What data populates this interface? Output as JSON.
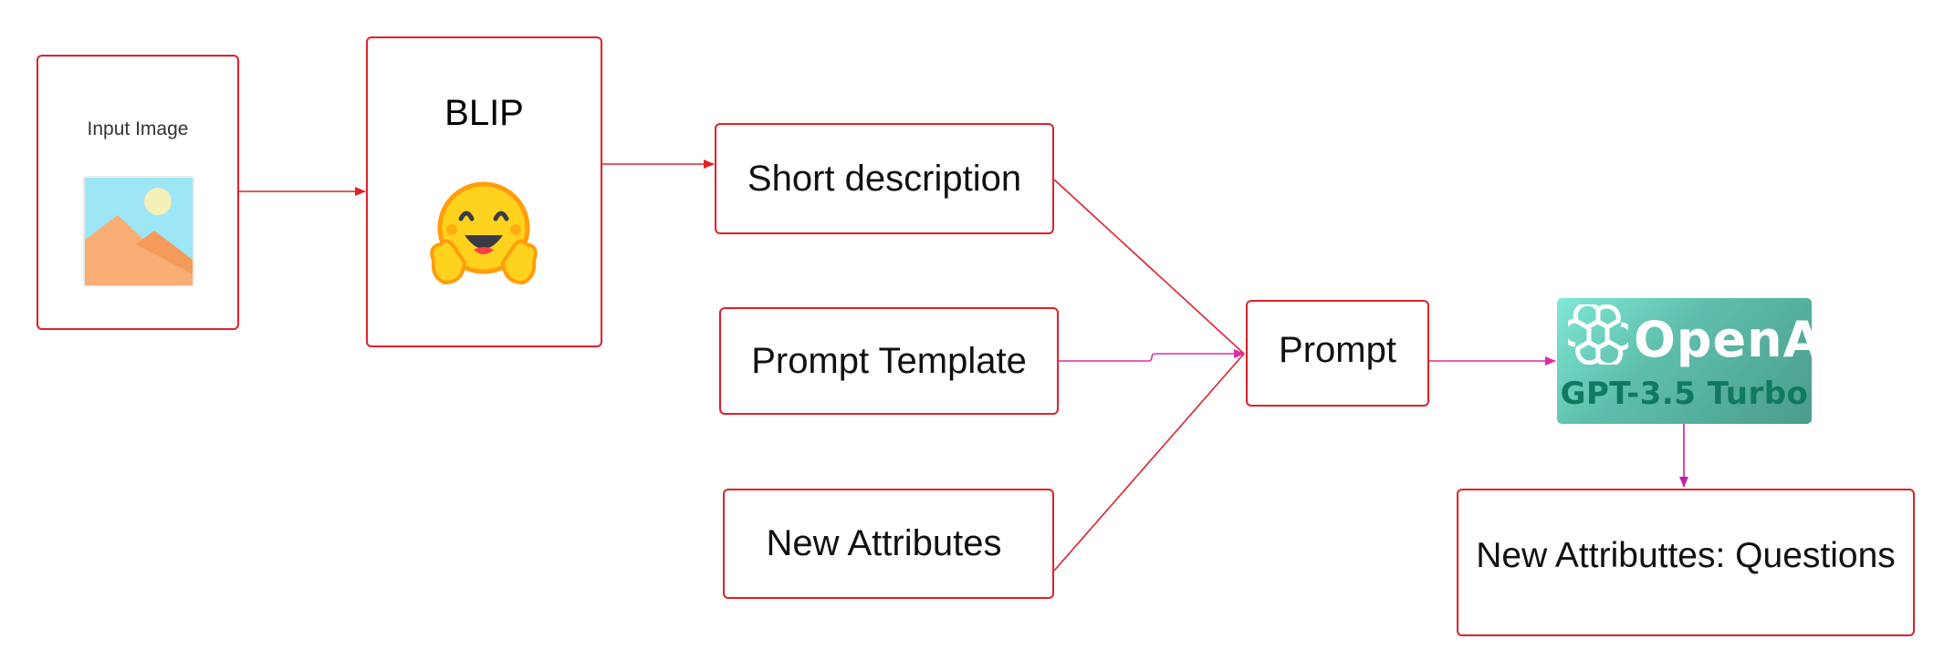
{
  "diagram": {
    "nodes": {
      "input_image": {
        "label": "Input Image"
      },
      "blip": {
        "label": "BLIP"
      },
      "short_description": {
        "label": "Short description"
      },
      "prompt_template": {
        "label": "Prompt Template"
      },
      "new_attributes": {
        "label": "New Attributes"
      },
      "prompt": {
        "label": "Prompt"
      },
      "openai": {
        "brand": "OpenAI",
        "model": "GPT-3.5 Turbo"
      },
      "output": {
        "label": "New Attributtes: Questions"
      }
    },
    "edges": [
      {
        "from": "input_image",
        "to": "blip",
        "color": "#e0202a"
      },
      {
        "from": "blip",
        "to": "short_description",
        "color": "#e0202a"
      },
      {
        "from": "short_description",
        "to": "prompt",
        "color": "#e0202a"
      },
      {
        "from": "prompt_template",
        "to": "prompt",
        "color": "#e02aa8"
      },
      {
        "from": "new_attributes",
        "to": "prompt",
        "color": "#e0202a"
      },
      {
        "from": "prompt",
        "to": "openai",
        "color": "#e02aa8"
      },
      {
        "from": "openai",
        "to": "output",
        "color": "#c020b0"
      }
    ],
    "colors": {
      "node_border": "#e0202a",
      "pink_edge": "#e02aa8",
      "openai_gradient": [
        "#7fe8d6",
        "#4a9c8c"
      ],
      "gpt_text": "#0f7a5f"
    },
    "icons": [
      "image-placeholder-icon",
      "hugging-face-emoji-icon",
      "openai-logo-icon"
    ]
  }
}
